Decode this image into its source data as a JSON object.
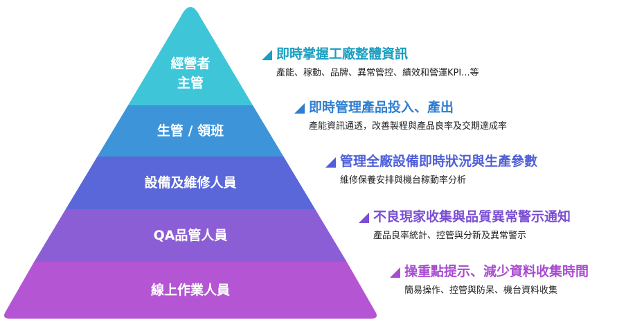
{
  "tiers": [
    {
      "label_lines": [
        "經營者",
        "主管"
      ],
      "title": "即時掌握工廠整體資訊",
      "subtitle": "產能、稼動、品牌、異常管控、績效和營運KPI...等",
      "color": "#3ec6d8",
      "title_color": "#1a9fc0"
    },
    {
      "label_lines": [
        "生管 / 領班"
      ],
      "title": "即時管理產品投入、產出",
      "subtitle": "產能資訊通透，改善製程與產品良率及交期達成率",
      "color": "#3d94d8",
      "title_color": "#2f7fd0"
    },
    {
      "label_lines": [
        "設備及維修人員"
      ],
      "title": "管理全廠設備即時狀況與生產參數",
      "subtitle": "維修保養安排與機台稼動率分析",
      "color": "#5a67d8",
      "title_color": "#4f5fd8"
    },
    {
      "label_lines": [
        "QA品管人員"
      ],
      "title": "不良現家收集與品質異常警示通知",
      "subtitle": "產品良率統計、控管與分新及異常警示",
      "color": "#8b5ed6",
      "title_color": "#7a4fd4"
    },
    {
      "label_lines": [
        "線上作業人員"
      ],
      "title": "操重點提示、減少資料收集時間",
      "subtitle": "簡易操作、控管與防呆、機台資料收集",
      "color": "#b455d3",
      "title_color": "#a84cd0"
    }
  ]
}
